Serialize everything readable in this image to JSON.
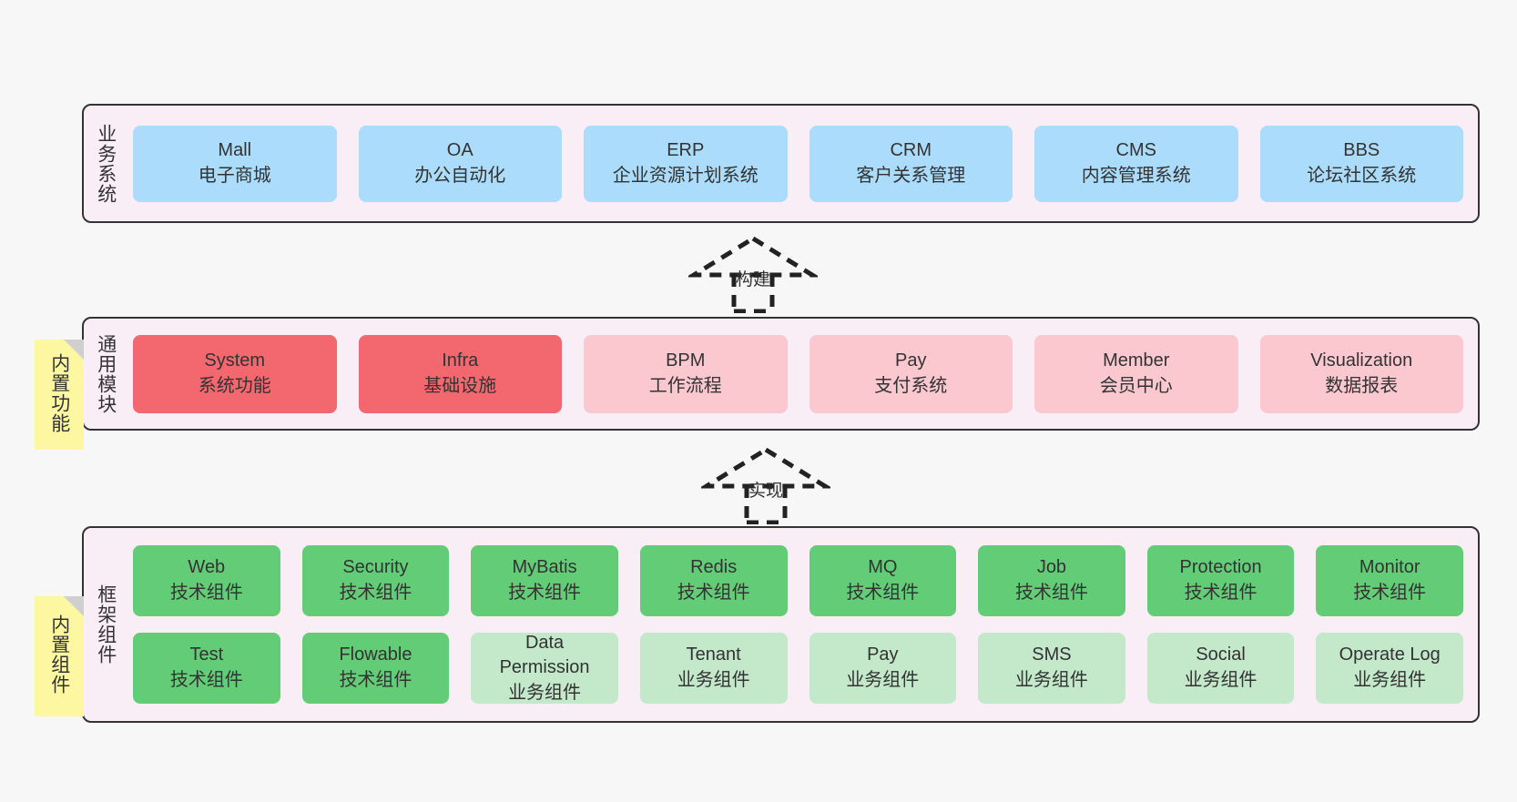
{
  "diagram": {
    "background_color": "#f7f7f7",
    "panel_color": "#faeef6",
    "border_color": "#333333",
    "colors": {
      "business_card": "#abdcfb",
      "module_active": "#f2686e",
      "module_inactive": "#fbc8cf",
      "component_tech": "#63cc77",
      "component_biz": "#c3e8ca",
      "sticky": "#fcf7a0",
      "sticky_fold": "#cfcfcf"
    }
  },
  "layers": {
    "business": {
      "title": "业务系统",
      "cards": [
        {
          "en": "Mall",
          "cn": "电子商城"
        },
        {
          "en": "OA",
          "cn": "办公自动化"
        },
        {
          "en": "ERP",
          "cn": "企业资源计划系统"
        },
        {
          "en": "CRM",
          "cn": "客户关系管理"
        },
        {
          "en": "CMS",
          "cn": "内容管理系统"
        },
        {
          "en": "BBS",
          "cn": "论坛社区系统"
        }
      ]
    },
    "modules": {
      "title": "通用模块",
      "sticky": "内置功能",
      "cards": [
        {
          "en": "System",
          "cn": "系统功能",
          "style": "red"
        },
        {
          "en": "Infra",
          "cn": "基础设施",
          "style": "red"
        },
        {
          "en": "BPM",
          "cn": "工作流程",
          "style": "pinklight"
        },
        {
          "en": "Pay",
          "cn": "支付系统",
          "style": "pinklight"
        },
        {
          "en": "Member",
          "cn": "会员中心",
          "style": "pinklight"
        },
        {
          "en": "Visualization",
          "cn": "数据报表",
          "style": "pinklight"
        }
      ]
    },
    "framework": {
      "title": "框架组件",
      "sticky": "内置组件",
      "row1": [
        {
          "en": "Web",
          "cn": "技术组件",
          "style": "green"
        },
        {
          "en": "Security",
          "cn": "技术组件",
          "style": "green"
        },
        {
          "en": "MyBatis",
          "cn": "技术组件",
          "style": "green"
        },
        {
          "en": "Redis",
          "cn": "技术组件",
          "style": "green"
        },
        {
          "en": "MQ",
          "cn": "技术组件",
          "style": "green"
        },
        {
          "en": "Job",
          "cn": "技术组件",
          "style": "green"
        },
        {
          "en": "Protection",
          "cn": "技术组件",
          "style": "green"
        },
        {
          "en": "Monitor",
          "cn": "技术组件",
          "style": "green"
        }
      ],
      "row2": [
        {
          "en": "Test",
          "cn": "技术组件",
          "style": "green"
        },
        {
          "en": "Flowable",
          "cn": "技术组件",
          "style": "green"
        },
        {
          "en": "Data Permission",
          "cn": "业务组件",
          "style": "greenlight"
        },
        {
          "en": "Tenant",
          "cn": "业务组件",
          "style": "greenlight"
        },
        {
          "en": "Pay",
          "cn": "业务组件",
          "style": "greenlight"
        },
        {
          "en": "SMS",
          "cn": "业务组件",
          "style": "greenlight"
        },
        {
          "en": "Social",
          "cn": "业务组件",
          "style": "greenlight"
        },
        {
          "en": "Operate Log",
          "cn": "业务组件",
          "style": "greenlight"
        }
      ]
    }
  },
  "connectors": [
    {
      "label": "构建",
      "from": "modules",
      "to": "business"
    },
    {
      "label": "实现",
      "from": "framework",
      "to": "modules"
    }
  ]
}
